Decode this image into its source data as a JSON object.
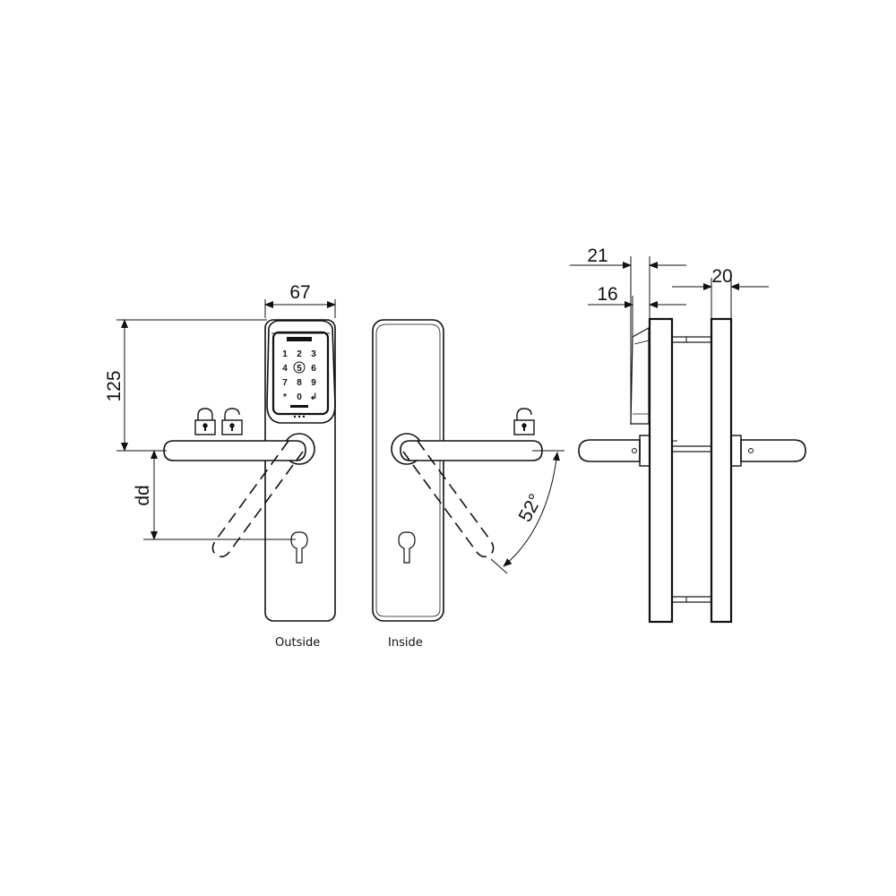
{
  "dimensions": {
    "width_front": "67",
    "height": "125",
    "distance": "dd",
    "angle": "52°",
    "side_21": "21",
    "side_16": "16",
    "side_20": "20"
  },
  "keypad": {
    "keys": [
      "1",
      "2",
      "3",
      "4",
      "5",
      "6",
      "7",
      "8",
      "9",
      "*",
      "0",
      "↲"
    ]
  },
  "captions": {
    "outside": "Outside",
    "inside": "Inside"
  },
  "colors": {
    "line": "#111111",
    "background": "#ffffff"
  }
}
